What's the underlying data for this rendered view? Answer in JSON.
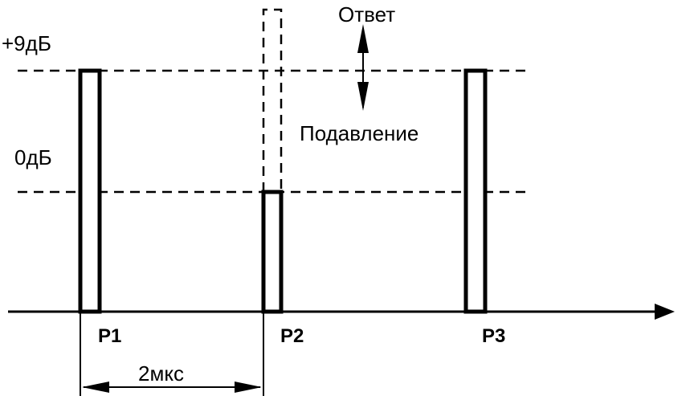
{
  "diagram": {
    "levels": {
      "high": "+9дБ",
      "zero": "0дБ"
    },
    "annotations": {
      "reply": "Ответ",
      "suppression": "Подавление"
    },
    "pulses": [
      {
        "label": "P1"
      },
      {
        "label": "P2"
      },
      {
        "label": "P3"
      }
    ],
    "interval": "2мкс"
  }
}
